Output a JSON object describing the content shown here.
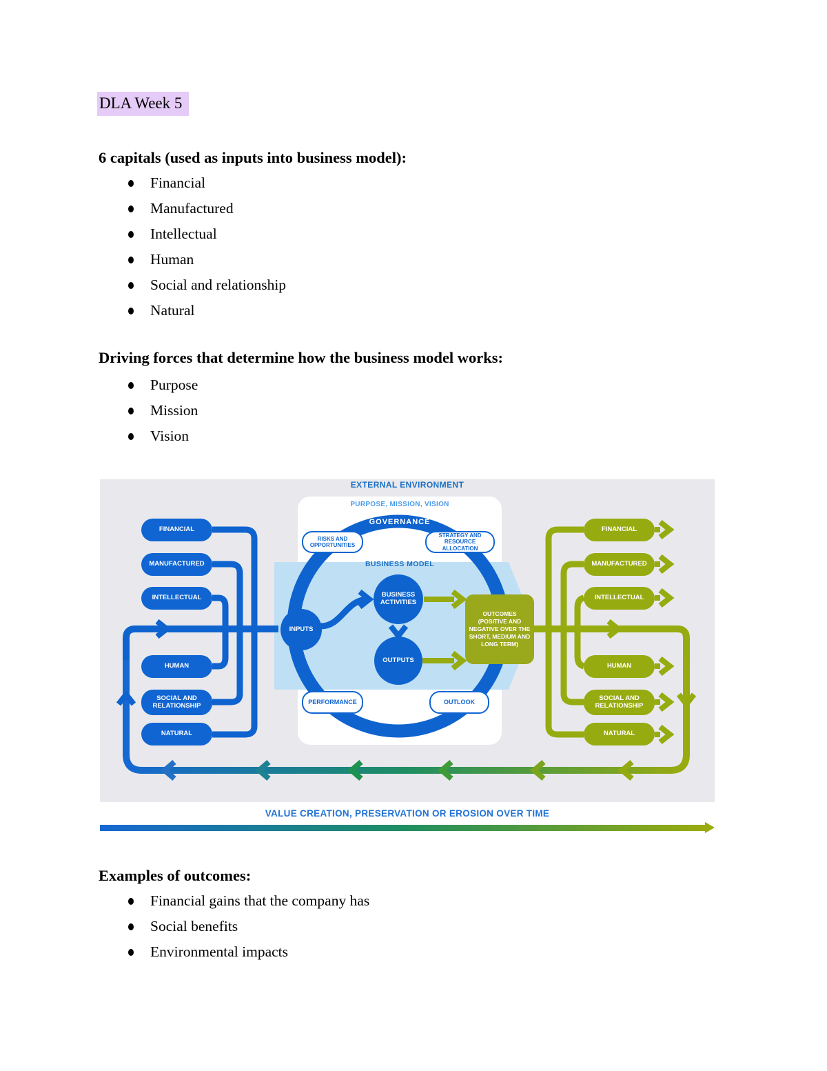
{
  "doc": {
    "title": "DLA Week 5",
    "capitals": {
      "heading": "6 capitals (used as inputs into business model):",
      "items": [
        "Financial",
        "Manufactured",
        "Intellectual",
        "Human",
        "Social and relationship",
        "Natural"
      ]
    },
    "driving": {
      "heading": "Driving forces that determine how the business model works:",
      "items": [
        "Purpose",
        "Mission",
        "Vision"
      ]
    },
    "examples": {
      "heading": "Examples of outcomes:",
      "items": [
        "Financial gains that the company has",
        "Social benefits",
        "Environmental impacts"
      ]
    }
  },
  "diagram": {
    "external_environment": "EXTERNAL ENVIRONMENT",
    "purpose_mission_vision": "PURPOSE, MISSION, VISION",
    "governance": "GOVERNANCE",
    "risks_and_opportunities": "RISKS AND OPPORTUNITIES",
    "strategy_and_resource_allocation": "STRATEGY AND RESOURCE ALLOCATION",
    "business_model": "BUSINESS MODEL",
    "inputs": "INPUTS",
    "business_activities": "BUSINESS ACTIVITIES",
    "outputs": "OUTPUTS",
    "outcomes": "OUTCOMES (POSITIVE AND NEGATIVE OVER THE SHORT, MEDIUM AND LONG TERM)",
    "performance": "PERFORMANCE",
    "outlook": "OUTLOOK",
    "left_capitals": [
      "FINANCIAL",
      "MANUFACTURED",
      "INTELLECTUAL",
      "HUMAN",
      "SOCIAL AND RELATIONSHIP",
      "NATURAL"
    ],
    "right_capitals": [
      "FINANCIAL",
      "MANUFACTURED",
      "INTELLECTUAL",
      "HUMAN",
      "SOCIAL AND RELATIONSHIP",
      "NATURAL"
    ],
    "caption": "VALUE CREATION, PRESERVATION OR EROSION OVER TIME",
    "colors": {
      "highlight": "#e5cbf7",
      "diagram_background": "#e9e9ed",
      "blue": "#0e63cf",
      "olive": "#96ab10",
      "light_blue_band": "#bfe0f4",
      "caption_blue": "#2273d6",
      "gradient": [
        "#1668d2",
        "#1e8e62",
        "#9aab0f"
      ]
    }
  }
}
